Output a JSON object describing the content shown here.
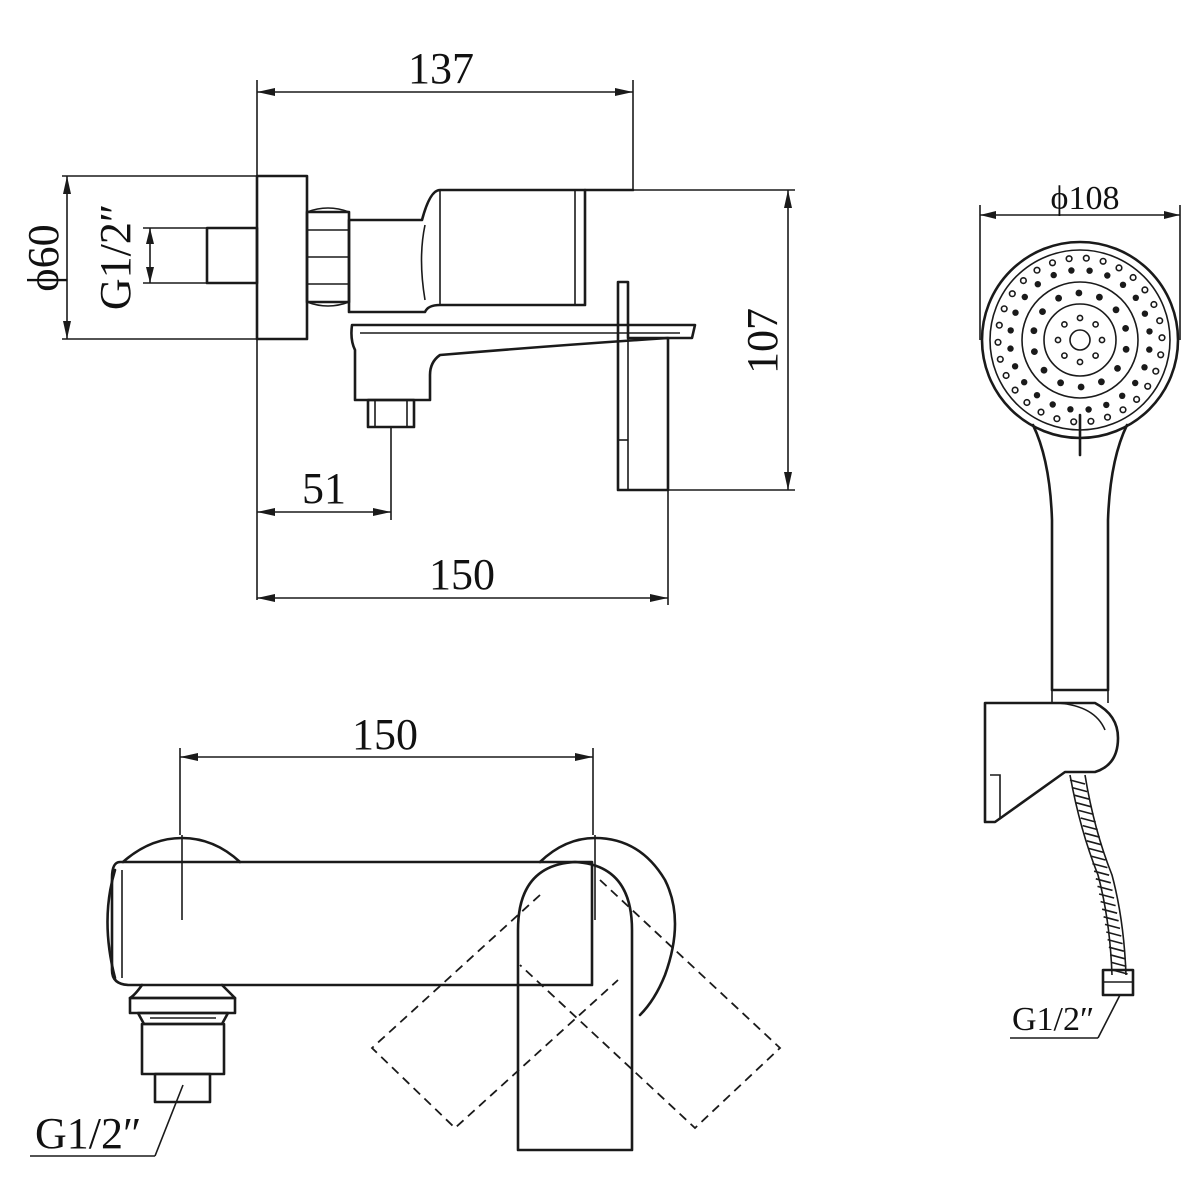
{
  "side_view": {
    "dims": {
      "width_top": "137",
      "dia_left": "ϕ60",
      "thread_left": "G1/2″",
      "height_right": "107",
      "offset_bottom": "51",
      "width_bottom": "150"
    }
  },
  "front_view": {
    "dims": {
      "centers": "150",
      "thread_inlet": "G1/2″"
    }
  },
  "handshower": {
    "dims": {
      "head_dia": "ϕ108",
      "hose_thread": "G1/2″"
    }
  }
}
